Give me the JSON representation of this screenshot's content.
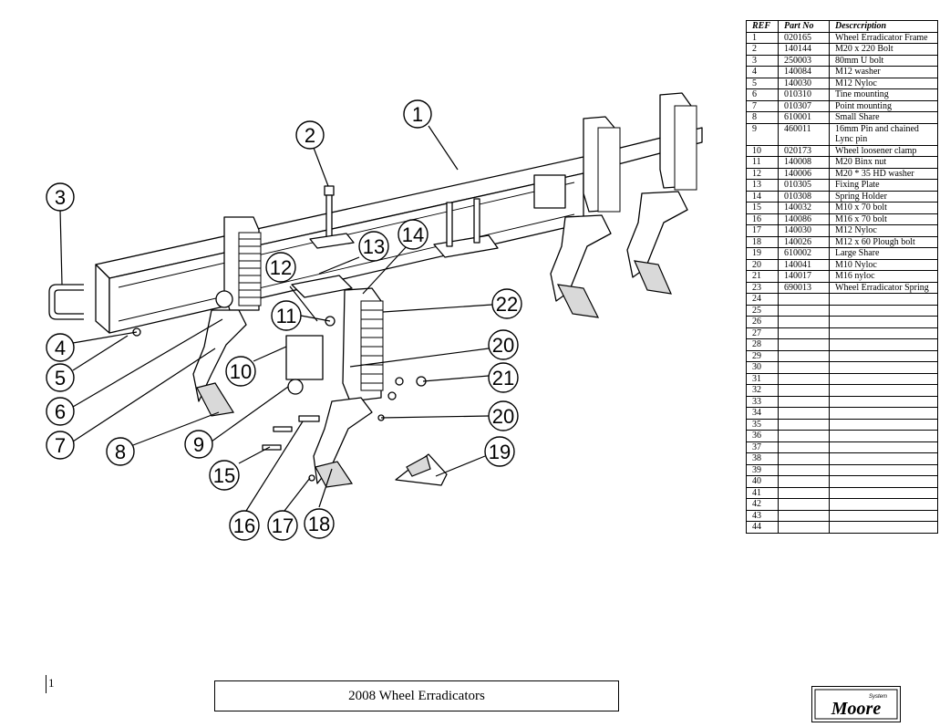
{
  "diagram": {
    "callouts": [
      {
        "num": "1"
      },
      {
        "num": "2"
      },
      {
        "num": "3"
      },
      {
        "num": "4"
      },
      {
        "num": "5"
      },
      {
        "num": "6"
      },
      {
        "num": "7"
      },
      {
        "num": "8"
      },
      {
        "num": "9"
      },
      {
        "num": "10"
      },
      {
        "num": "11"
      },
      {
        "num": "12"
      },
      {
        "num": "13"
      },
      {
        "num": "14"
      },
      {
        "num": "15"
      },
      {
        "num": "16"
      },
      {
        "num": "17"
      },
      {
        "num": "18"
      },
      {
        "num": "19"
      },
      {
        "num": "20"
      },
      {
        "num": "20"
      },
      {
        "num": "21"
      },
      {
        "num": "22"
      }
    ]
  },
  "parts_table": {
    "headers": {
      "ref": "REF",
      "part_no": "Part No",
      "description": "Descrcription"
    },
    "rows": [
      {
        "ref": "1",
        "part_no": "020165",
        "description": "Wheel Erradicator Frame"
      },
      {
        "ref": "2",
        "part_no": "140144",
        "description": "M20 x 220 Bolt"
      },
      {
        "ref": "3",
        "part_no": "250003",
        "description": "80mm U bolt"
      },
      {
        "ref": "4",
        "part_no": "140084",
        "description": "M12 washer"
      },
      {
        "ref": "5",
        "part_no": "140030",
        "description": "M12 Nyloc"
      },
      {
        "ref": "6",
        "part_no": "010310",
        "description": "Tine mounting"
      },
      {
        "ref": "7",
        "part_no": "010307",
        "description": "Point mounting"
      },
      {
        "ref": "8",
        "part_no": "610001",
        "description": "Small Share"
      },
      {
        "ref": "9",
        "part_no": "460011",
        "description": "16mm Pin and chained Lync pin"
      },
      {
        "ref": "10",
        "part_no": "020173",
        "description": "Wheel loosener clamp"
      },
      {
        "ref": "11",
        "part_no": "140008",
        "description": "M20 Binx nut"
      },
      {
        "ref": "12",
        "part_no": "140006",
        "description": "M20 * 35 HD washer"
      },
      {
        "ref": "13",
        "part_no": "010305",
        "description": "Fixing Plate"
      },
      {
        "ref": "14",
        "part_no": "010308",
        "description": "Spring Holder"
      },
      {
        "ref": "15",
        "part_no": "140032",
        "description": "M10 x 70 bolt"
      },
      {
        "ref": "16",
        "part_no": "140086",
        "description": "M16 x 70 bolt"
      },
      {
        "ref": "17",
        "part_no": "140030",
        "description": "M12 Nyloc"
      },
      {
        "ref": "18",
        "part_no": "140026",
        "description": "M12 x 60 Plough bolt"
      },
      {
        "ref": "19",
        "part_no": "610002",
        "description": "Large Share"
      },
      {
        "ref": "20",
        "part_no": "140041",
        "description": "M10 Nyloc"
      },
      {
        "ref": "21",
        "part_no": "140017",
        "description": "M16 nyloc"
      },
      {
        "ref": "23",
        "part_no": "690013",
        "description": "Wheel Erradicator Spring"
      },
      {
        "ref": "24",
        "part_no": "",
        "description": ""
      },
      {
        "ref": "25",
        "part_no": "",
        "description": ""
      },
      {
        "ref": "26",
        "part_no": "",
        "description": ""
      },
      {
        "ref": "27",
        "part_no": "",
        "description": ""
      },
      {
        "ref": "28",
        "part_no": "",
        "description": ""
      },
      {
        "ref": "29",
        "part_no": "",
        "description": ""
      },
      {
        "ref": "30",
        "part_no": "",
        "description": ""
      },
      {
        "ref": "31",
        "part_no": "",
        "description": ""
      },
      {
        "ref": "32",
        "part_no": "",
        "description": ""
      },
      {
        "ref": "33",
        "part_no": "",
        "description": ""
      },
      {
        "ref": "34",
        "part_no": "",
        "description": ""
      },
      {
        "ref": "35",
        "part_no": "",
        "description": ""
      },
      {
        "ref": "36",
        "part_no": "",
        "description": ""
      },
      {
        "ref": "37",
        "part_no": "",
        "description": ""
      },
      {
        "ref": "38",
        "part_no": "",
        "description": ""
      },
      {
        "ref": "39",
        "part_no": "",
        "description": ""
      },
      {
        "ref": "40",
        "part_no": "",
        "description": ""
      },
      {
        "ref": "41",
        "part_no": "",
        "description": ""
      },
      {
        "ref": "42",
        "part_no": "",
        "description": ""
      },
      {
        "ref": "43",
        "part_no": "",
        "description": ""
      },
      {
        "ref": "44",
        "part_no": "",
        "description": ""
      }
    ]
  },
  "footer": {
    "title": "2008 Wheel Erradicators",
    "page_number": "1",
    "logo_text": "Moore",
    "logo_subtext": "System"
  }
}
